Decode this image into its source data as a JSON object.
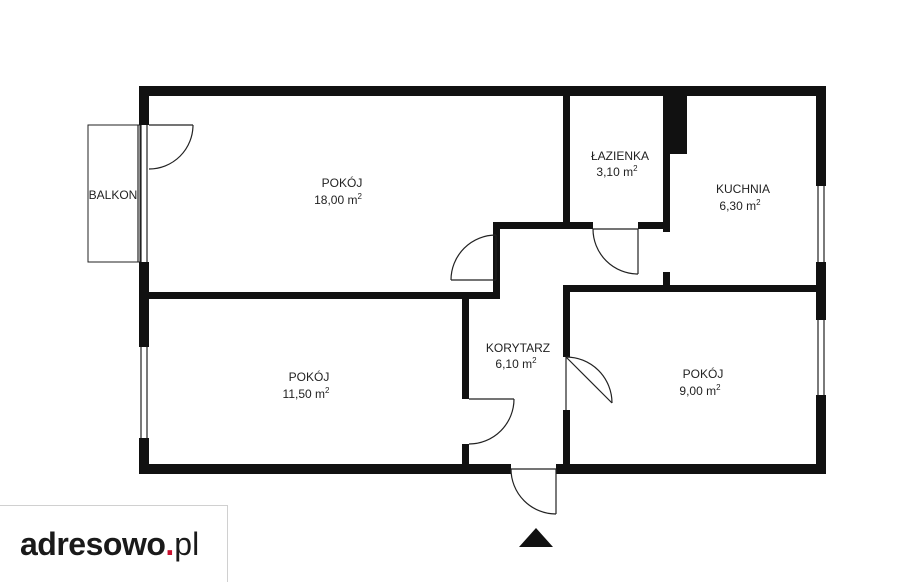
{
  "rooms": {
    "room1": {
      "name": "POKÓJ",
      "area": "18,00 m",
      "sup": "2"
    },
    "bathroom": {
      "name": "ŁAZIENKA",
      "area": "3,10 m",
      "sup": "2"
    },
    "kitchen": {
      "name": "KUCHNIA",
      "area": "6,30 m",
      "sup": "2"
    },
    "room2": {
      "name": "POKÓJ",
      "area": "11,50 m",
      "sup": "2"
    },
    "hallway": {
      "name": "KORYTARZ",
      "area": "6,10 m",
      "sup": "2"
    },
    "room3": {
      "name": "POKÓJ",
      "area": "9,00 m",
      "sup": "2"
    },
    "balcony": {
      "name": "BALKON"
    }
  },
  "logo": {
    "main": "adresowo",
    "dot": ".",
    "tld": "pl",
    "accent_color": "#c8102e"
  },
  "colors": {
    "wall": "#111111",
    "background": "#ffffff"
  }
}
